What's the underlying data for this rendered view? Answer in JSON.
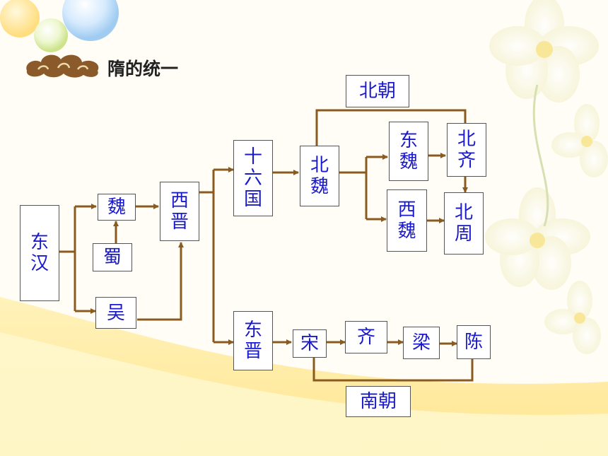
{
  "title": "隋的统一",
  "colors": {
    "arrow": "#8b5a1e",
    "box_text": "#1a1acc"
  },
  "icons": {
    "logo": "auspicious-cloud-icon"
  },
  "nodes": {
    "donghan": "东汉",
    "wei": "魏",
    "shu": "蜀",
    "wu": "吴",
    "xijin": "西晋",
    "shiliuguo": "十六国",
    "beiwei": "北魏",
    "dongwei": "东魏",
    "xiwei": "西魏",
    "beiqi": "北齐",
    "beizhou": "北周",
    "dongjin": "东晋",
    "song": "宋",
    "qi": "齐",
    "liang": "梁",
    "chen": "陈",
    "beichao": "北朝",
    "nanchao": "南朝"
  }
}
